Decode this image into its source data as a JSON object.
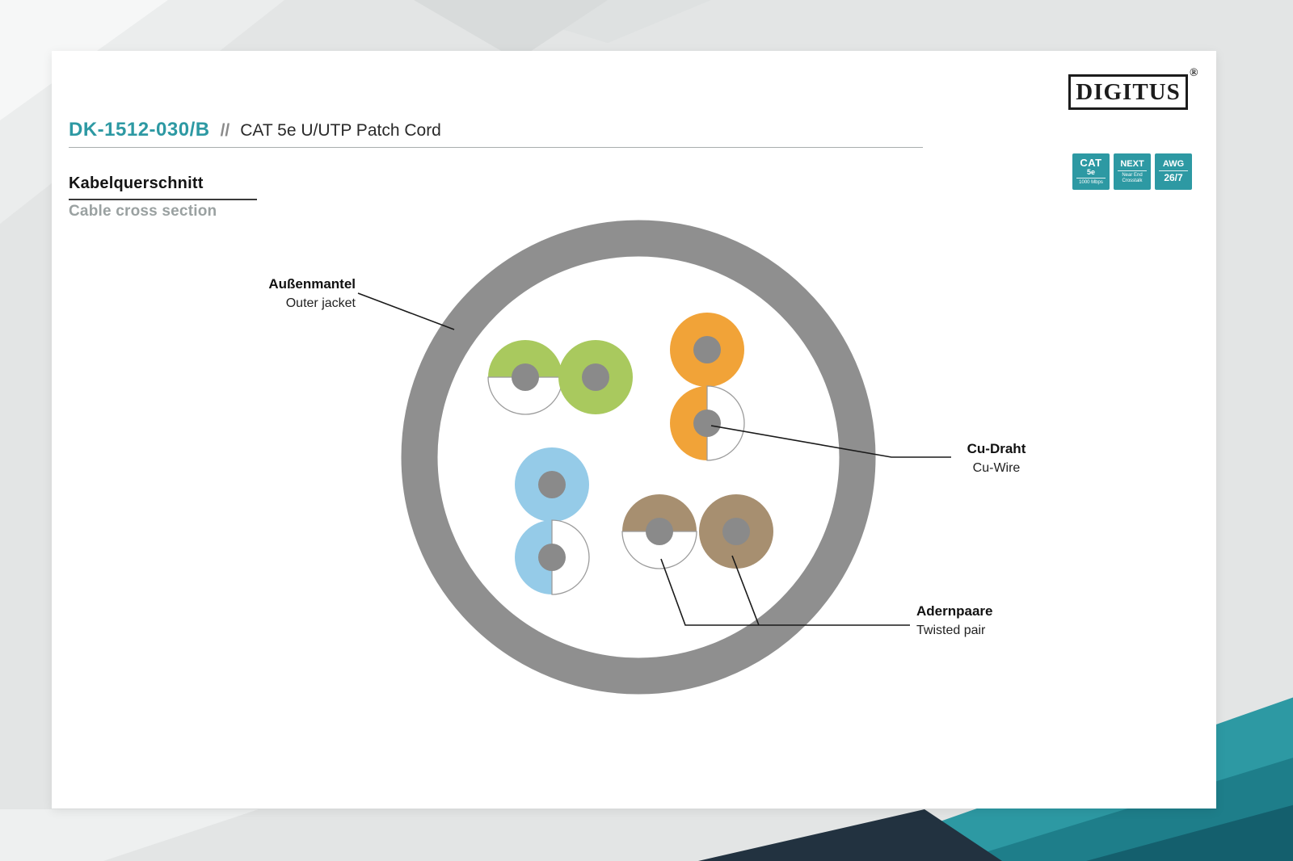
{
  "header": {
    "product_code": "DK-1512-030/B",
    "separator": "//",
    "product_name": "CAT 5e U/UTP Patch Cord"
  },
  "brand": {
    "name": "DIGITUS",
    "registered": "®"
  },
  "badges": [
    {
      "line1": "CAT",
      "line2": "5e",
      "line3": "1000 Mbps"
    },
    {
      "line1": "NEXT",
      "line2": "Near End",
      "line3": "Crosstalk"
    },
    {
      "line1": "AWG",
      "line2": "26/7"
    }
  ],
  "section": {
    "title_de": "Kabelquerschnitt",
    "title_en": "Cable cross section"
  },
  "diagram_labels": {
    "outer_jacket": {
      "de": "Außenmantel",
      "en": "Outer jacket"
    },
    "cu_wire": {
      "de": "Cu-Draht",
      "en": "Cu-Wire"
    },
    "twisted_pair": {
      "de": "Adernpaare",
      "en": "Twisted pair"
    }
  },
  "colors": {
    "accent_teal": "#2d99a3",
    "jacket_gray": "#8f8f8f",
    "wire_green": "#a9c95e",
    "wire_orange": "#f1a338",
    "wire_blue": "#95cbe8",
    "wire_brown": "#a78f70",
    "copper_gray": "#8a8a8a"
  }
}
